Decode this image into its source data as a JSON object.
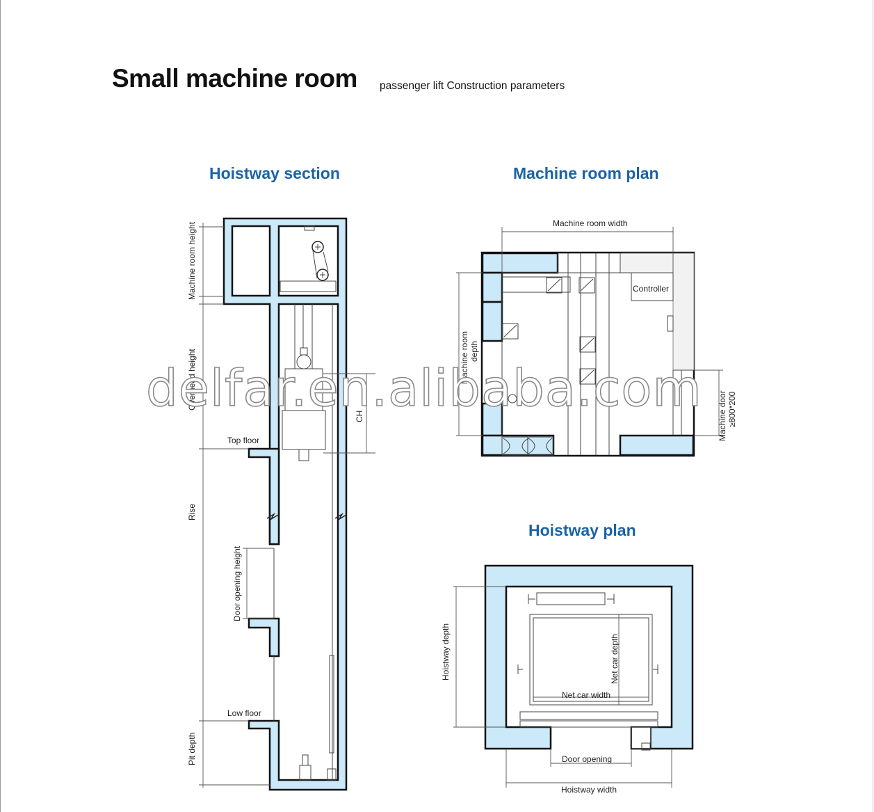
{
  "header": {
    "title": "Small machine room",
    "subtitle": "passenger lift Construction parameters"
  },
  "sections": {
    "hoistway_section": "Hoistway section",
    "machine_room_plan": "Machine room plan",
    "hoistway_plan": "Hoistway plan"
  },
  "labels": {
    "machine_room_height": "Machine room height",
    "overhead_height": "Overhead height",
    "ch": "CH",
    "top_floor": "Top floor",
    "rise": "Rise",
    "door_opening_height": "Door opening height",
    "low_floor": "Low floor",
    "pit_depth": "Pit depth",
    "machine_room_width": "Machine room width",
    "controller": "Controller",
    "machine_room_depth_1": "Machine room",
    "machine_room_depth_2": "depth",
    "machine_door": "Machine door",
    "machine_door_size": "≥800*200",
    "hoistway_depth": "Hoistway depth",
    "net_car_depth": "Net car depth",
    "net_car_width": "Net car width",
    "door_opening": "Door opening",
    "hoistway_width": "Hoistway width"
  },
  "watermark": "delfar.en.alibaba.com",
  "colors": {
    "wall_fill": "#cbe9f8",
    "section_title": "#1c63a6"
  }
}
